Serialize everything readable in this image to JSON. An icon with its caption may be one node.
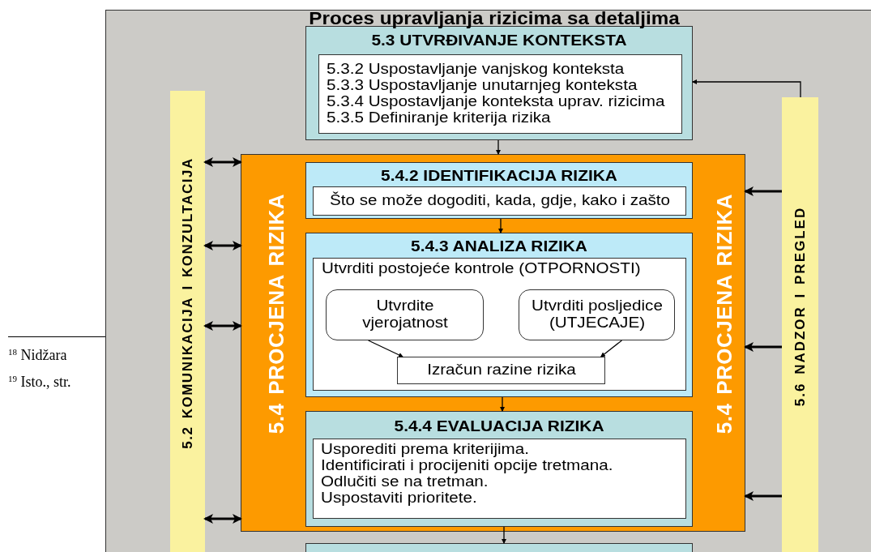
{
  "diagram": {
    "title": "Proces upravljanja rizicima sa detaljima",
    "nodes": [
      {
        "text": [],
        "shape": "box"
      },
      {
        "text": [
          "5.2 KOMUNIKACIJA I KONZULTACIJA"
        ],
        "in": 0
      },
      {
        "text": [
          "5.3 UTVRĐIVANJE KONTEKSTA"
        ],
        "in": 0
      },
      {
        "text": [
          "5.3.2 Uspostavljanje vanjskog konteksta",
          "5.3.3 Uspostavljanje unutarnjeg konteksta",
          "5.3.4 Uspostavljanje konteksta uprav. rizicima",
          "5.3.5 Definiranje kriterija rizika"
        ],
        "in": 2
      },
      {
        "text": [
          "5.4 PROCJENA RIZIKA",
          "5.4 PROCJENA RIZIKA"
        ],
        "in": 0
      },
      {
        "text": [
          "5.4.2 IDENTIFIKACIJA RIZIKA"
        ],
        "in": 4
      },
      {
        "text": [
          "Što se može dogoditi, kada, gdje, kako i zašto"
        ],
        "in": 5
      },
      {
        "text": [
          "5.4.3 ANALIZA RIZIKA"
        ],
        "in": 4
      },
      {
        "text": [
          "Utvrditi postojeće kontrole (OTPORNOSTI)"
        ],
        "in": 7
      },
      {
        "text": [
          "Utvrdite vjerojatnost"
        ],
        "in": 8
      },
      {
        "text": [
          "Utvrditi posljedice (UTJECAJE)"
        ],
        "in": 8
      },
      {
        "text": [
          "Izračun razine rizika"
        ],
        "in": 8
      },
      {
        "text": [
          "5.4.4 EVALUACIJA RIZIKA"
        ],
        "in": 4
      },
      {
        "text": [
          "Usporediti prema kriterijima.",
          "Identificirati i procijeniti opcije tretmana.",
          "Odlučiti se na tretman.",
          "Uspostaviti prioritete."
        ],
        "in": 12
      },
      {
        "text": [],
        "shape": "box",
        "in": 0
      },
      {
        "text": [
          "5.6 NADZOR I PREGLED"
        ],
        "in": 0
      }
    ],
    "edges": [
      {
        "from": 2,
        "to": 4,
        "arrow": "to"
      },
      {
        "from": 5,
        "to": 7,
        "arrow": "to"
      },
      {
        "from": 9,
        "to": 11,
        "arrow": "to"
      },
      {
        "from": 10,
        "to": 11,
        "arrow": "to"
      },
      {
        "from": 7,
        "to": 12,
        "arrow": "to"
      },
      {
        "from": 12,
        "to": 14,
        "arrow": "to"
      },
      {
        "from": 1,
        "to": 4,
        "arrow": "both",
        "style": "thick"
      },
      {
        "from": 1,
        "to": 4,
        "arrow": "both",
        "style": "thick"
      },
      {
        "from": 1,
        "to": 4,
        "arrow": "both",
        "style": "thick"
      },
      {
        "from": 1,
        "to": 4,
        "arrow": "both",
        "style": "thick"
      },
      {
        "from": 15,
        "to": 4,
        "arrow": "to",
        "style": "thick"
      },
      {
        "from": 15,
        "to": 4,
        "arrow": "to",
        "style": "thick"
      },
      {
        "from": 15,
        "to": 4,
        "arrow": "to",
        "style": "thick"
      },
      {
        "from": 15,
        "to": 2,
        "arrow": "to"
      }
    ],
    "labels": [
      "$^{18}$ Nidžara",
      "$^{19}$ Isto., str."
    ]
  }
}
